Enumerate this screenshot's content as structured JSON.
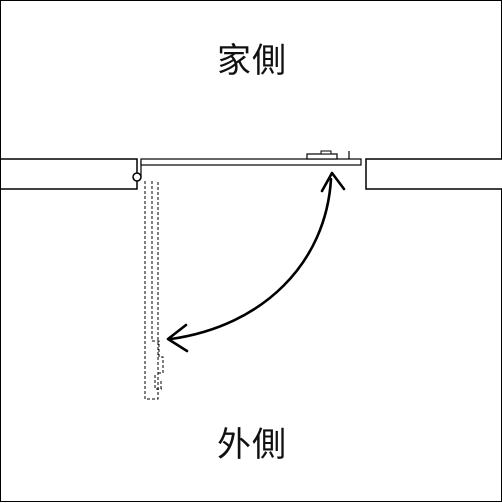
{
  "labels": {
    "inside": "家側",
    "outside": "外側"
  },
  "colors": {
    "line": "#000000",
    "background": "#ffffff"
  },
  "icons": {
    "swing": "double-headed-curved-arrow"
  }
}
